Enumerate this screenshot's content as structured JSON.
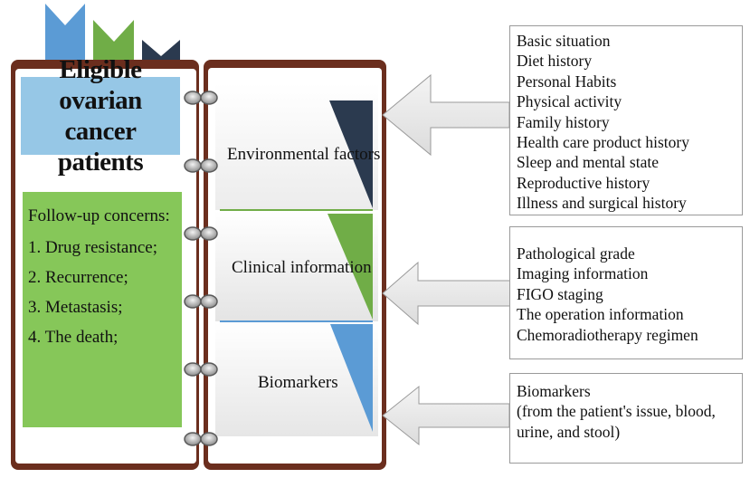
{
  "notebook": {
    "title": "Eligible ovarian\ncancer patients",
    "followup_heading": "Follow-up concerns:",
    "followup_items": [
      "1. Drug resistance;",
      "2. Recurrence;",
      "3. Metastasis;",
      "4. The death;"
    ]
  },
  "sections": [
    {
      "label": "Environmental factors",
      "color": "#2b3a4f"
    },
    {
      "label": "Clinical information",
      "color": "#70ad47"
    },
    {
      "label": "Biomarkers",
      "color": "#5b9bd5"
    }
  ],
  "panels": [
    {
      "items": [
        "Basic situation",
        "Diet history",
        "Personal Habits",
        "Physical activity",
        "Family history",
        "Health care product history",
        "Sleep and mental state",
        "Reproductive history",
        "Illness and surgical history"
      ]
    },
    {
      "items": [
        "Pathological grade",
        "Imaging information",
        "FIGO staging",
        "The operation information",
        "Chemoradiotherapy regimen"
      ]
    },
    {
      "items": [
        "Biomarkers",
        "(from the patient's issue, blood,",
        "urine, and stool)"
      ]
    }
  ],
  "colors": {
    "cover_brown": "#6b2e1e",
    "title_blue": "#96c7e6",
    "followup_green": "#86c759",
    "ribbon_blue": "#5b9bd5",
    "ribbon_green": "#70ad47",
    "ribbon_navy": "#2b3a4f"
  }
}
